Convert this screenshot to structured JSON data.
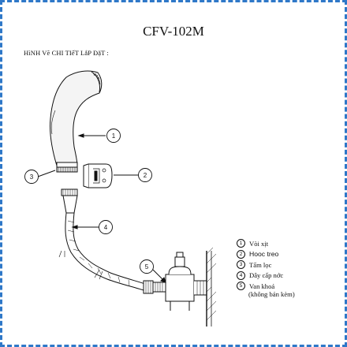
{
  "title": "CFV-102M",
  "subtitle": "HìNH Vẽ CHI TIếT LắP ĐặT :",
  "callouts": [
    "1",
    "2",
    "3",
    "4",
    "5"
  ],
  "legend": [
    {
      "num": "1",
      "label": "Vòi xịt"
    },
    {
      "num": "2",
      "label": "Hooc treo"
    },
    {
      "num": "3",
      "label": "Tấm lọc"
    },
    {
      "num": "4",
      "label": "Dây cấp nớc"
    },
    {
      "num": "5",
      "label": "Van khoá"
    }
  ],
  "legend_note": "(không bán kèm)",
  "colors": {
    "frame": "#2f78c8",
    "line": "#111111"
  }
}
